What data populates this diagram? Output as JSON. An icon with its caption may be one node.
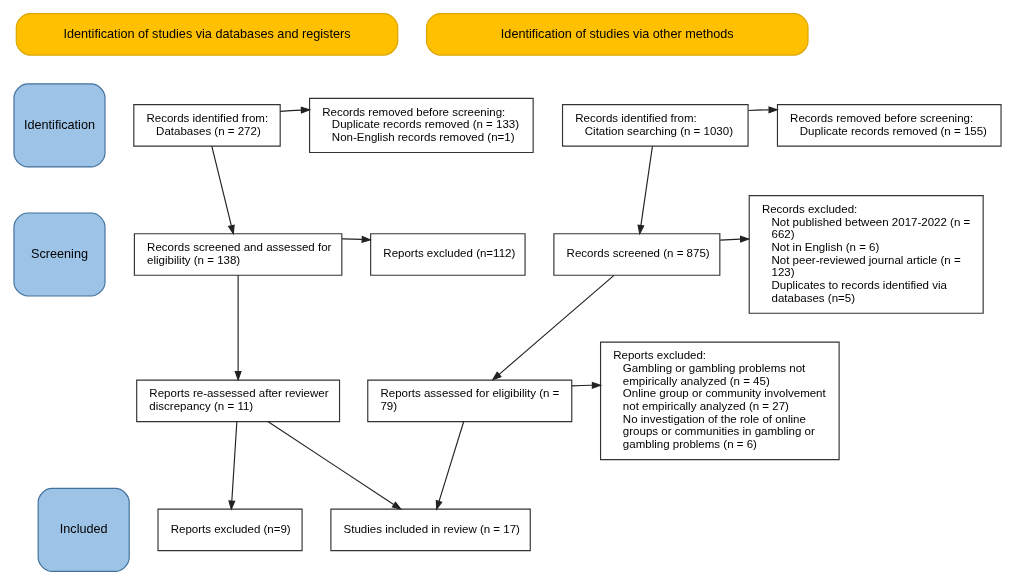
{
  "diagram": {
    "nodes": [
      {
        "text": [
          "Identification of studies via databases and registers"
        ]
      },
      {
        "text": [
          "Identification of studies via other methods"
        ]
      },
      {
        "text": [
          "Identification"
        ]
      },
      {
        "text": [
          "Records identified from:",
          "Databases (n = 272)"
        ]
      },
      {
        "text": [
          "Records removed before screening:",
          "Duplicate records removed (n = 133)",
          "Non-English records removed (n=1)"
        ]
      },
      {
        "text": [
          "Records identified from:",
          "Citation searching (n = 1030)"
        ]
      },
      {
        "text": [
          "Records removed before screening:",
          "Duplicate records removed (n = 155)"
        ]
      },
      {
        "text": [
          "Screening"
        ]
      },
      {
        "text": [
          "Records screened and assessed for eligibility (n = 138)"
        ]
      },
      {
        "text": [
          "Reports excluded (n=112)"
        ]
      },
      {
        "text": [
          "Records screened (n = 875)"
        ]
      },
      {
        "text": [
          "Records excluded:",
          "Not published between 2017-2022 (n = 662)",
          "Not in English (n = 6)",
          "Not peer-reviewed journal article (n = 123)",
          "Duplicates to records identified via databases (n=5)"
        ]
      },
      {
        "text": [
          "Reports re-assessed after reviewer discrepancy (n = 11)"
        ]
      },
      {
        "text": [
          "Reports assessed for eligibility (n = 79)"
        ]
      },
      {
        "text": [
          "Reports excluded:",
          "Gambling or gambling problems not empirically analyzed (n = 45)",
          "Online group or community involvement not empirically analyzed (n = 27)",
          "No investigation of the role of online groups or communities in gambling or gambling problems (n = 6)"
        ]
      },
      {
        "text": [
          "Reports excluded (n=9)"
        ]
      },
      {
        "text": [
          "Included"
        ]
      },
      {
        "text": [
          "Studies included in review (n = 17)"
        ]
      }
    ],
    "edges": [
      {
        "from": 3,
        "to": 4,
        "arrow": "to"
      },
      {
        "from": 3,
        "to": 8,
        "arrow": "to"
      },
      {
        "from": 8,
        "to": 9,
        "arrow": "to"
      },
      {
        "from": 8,
        "to": 12,
        "arrow": "to"
      },
      {
        "from": 12,
        "to": 15,
        "arrow": "to"
      },
      {
        "from": 12,
        "to": 17,
        "arrow": "to"
      },
      {
        "from": 5,
        "to": 6,
        "arrow": "to"
      },
      {
        "from": 5,
        "to": 10,
        "arrow": "to"
      },
      {
        "from": 10,
        "to": 11,
        "arrow": "to"
      },
      {
        "from": 10,
        "to": 13,
        "arrow": "to"
      },
      {
        "from": 13,
        "to": 14,
        "arrow": "to"
      },
      {
        "from": 13,
        "to": 17,
        "arrow": "to"
      }
    ]
  }
}
